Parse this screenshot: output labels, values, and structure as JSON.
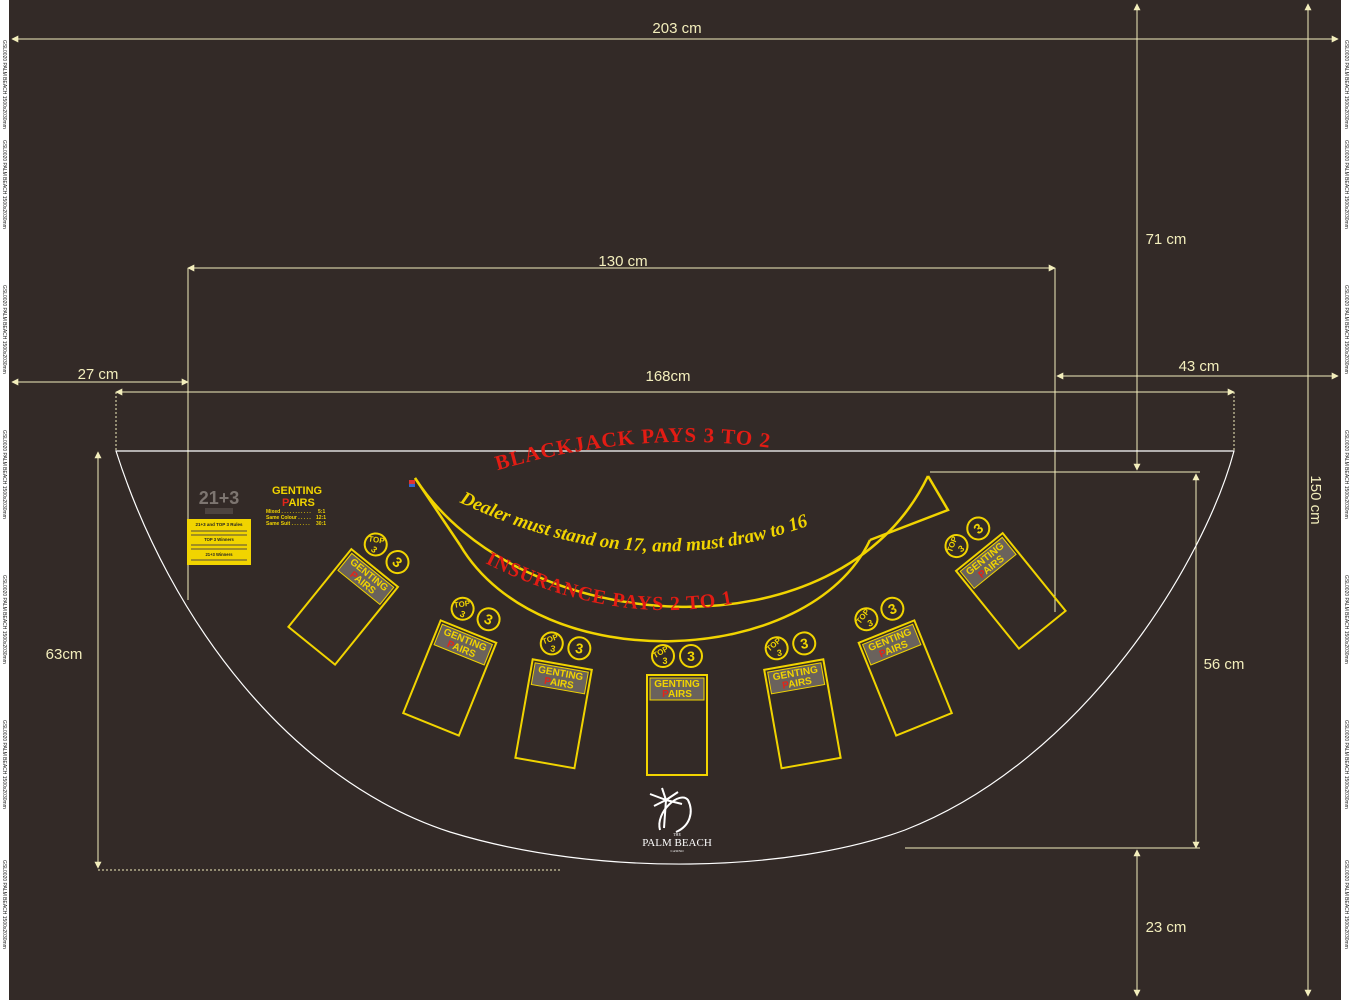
{
  "dimensions": {
    "width_total": "203 cm",
    "height_total": "150 cm",
    "inner_arc_span": "130 cm",
    "table_width": "168cm",
    "left_margin": "27 cm",
    "right_margin": "43 cm",
    "top_margin": "71 cm",
    "bottom_margin": "23 cm",
    "table_depth": "63cm",
    "right_depth": "56 cm"
  },
  "side_label": "GSL0020 PALM BEACH 1500x2030mm",
  "table": {
    "blackjack_text": "BLACKJACK PAYS 3 TO 2",
    "dealer_text": "Dealer must stand on 17, and must draw to 16",
    "insurance_text": "INSURANCE PAYS 2 TO 1",
    "logo_text": "PALM BEACH",
    "logo_sub": "THE",
    "logo_casino": "CASINO"
  },
  "genting": {
    "title_line1": "GENTING",
    "title_line2_first": "P",
    "title_line2_rest": "AIRS",
    "payouts": [
      {
        "label": "Mixed . . . . . . . . . . .",
        "value": "5:1"
      },
      {
        "label": "Same Colour . . . . .",
        "value": "12:1"
      },
      {
        "label": "Same Suit . . . . . . .",
        "value": "30:1"
      }
    ]
  },
  "side_bet": {
    "logo": "21+3",
    "rules_title": "21+3 and TOP 3 Rules",
    "top3_title": "TOP 3 Winners",
    "winners_title": "21+3 Winners"
  },
  "spot_labels": {
    "top": "TOP",
    "three": "3",
    "genting": "GENTING",
    "pairs_first": "P",
    "pairs_rest": "AIRS"
  },
  "colors": {
    "felt": "#332a27",
    "line_yellow": "#f1d400",
    "text_red": "#e21c14",
    "dimension": "#f3eebc"
  }
}
